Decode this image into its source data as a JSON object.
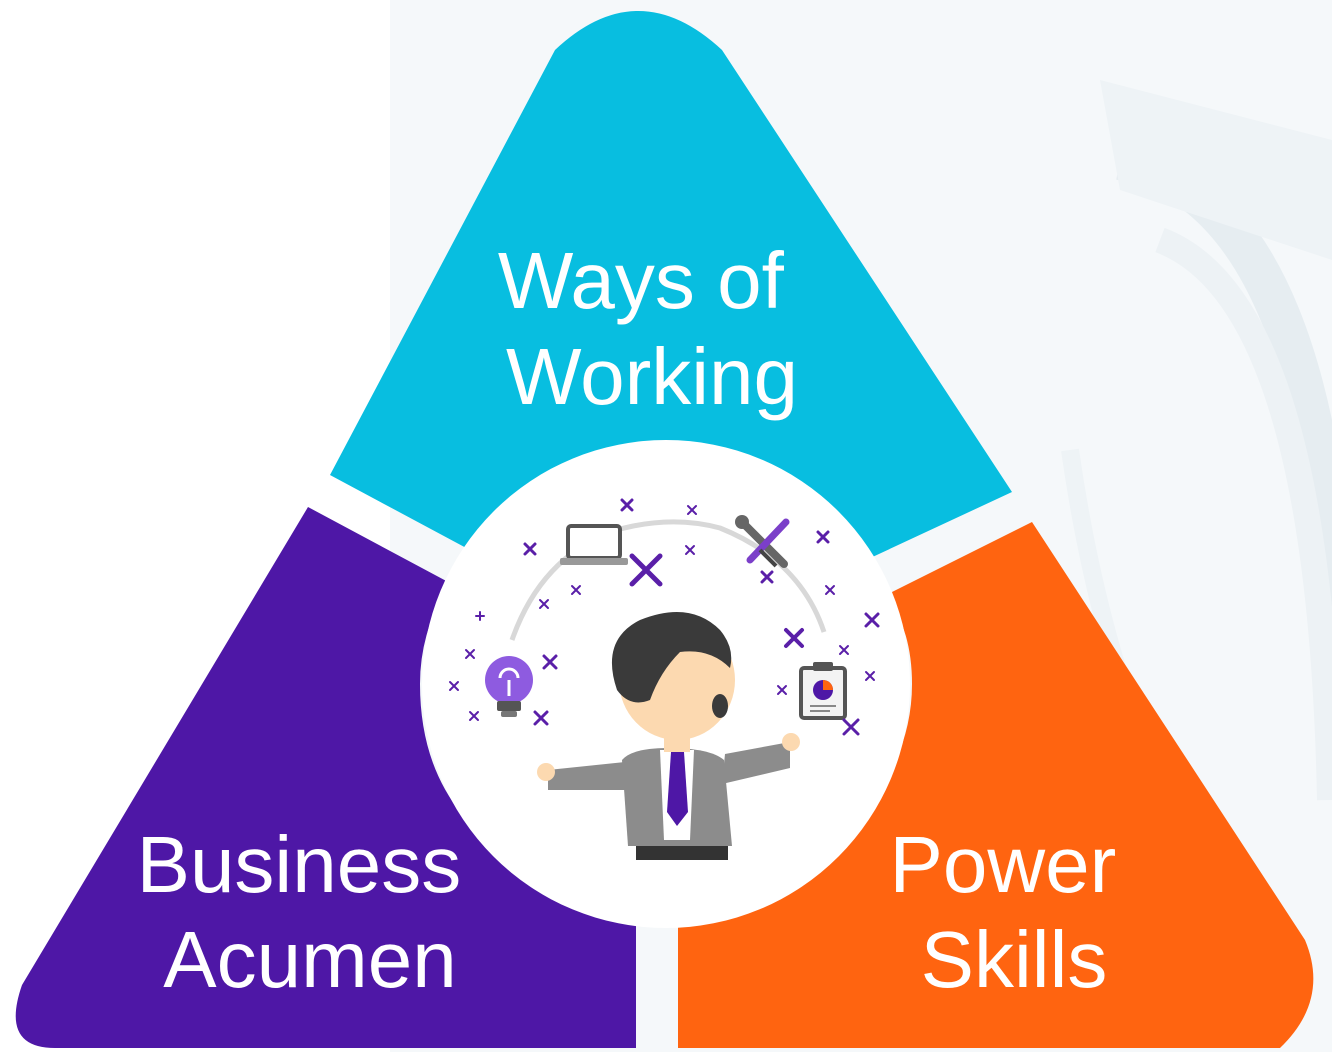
{
  "segments": {
    "top": {
      "line1": "Ways of",
      "line2": "Working",
      "color": "#08BEE0"
    },
    "left": {
      "line1": "Business",
      "line2": "Acumen",
      "color": "#4E17A6"
    },
    "right": {
      "line1": "Power",
      "line2": "Skills",
      "color": "#FF6410"
    }
  },
  "icons": [
    "laptop-icon",
    "tools-icon",
    "lightbulb-icon",
    "clipboard-chart-icon",
    "businessman-figure",
    "sparkle-icon"
  ],
  "colors": {
    "center_circle": "#FFFFFF",
    "sparkle": "#5A1FA8",
    "suit": "#8C8C8C",
    "tie": "#4E17A6",
    "hair": "#3A3A3A",
    "skin": "#FCD9B0"
  }
}
